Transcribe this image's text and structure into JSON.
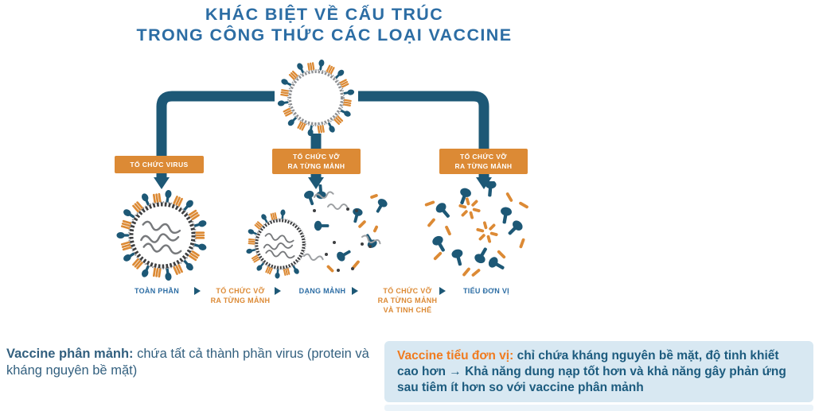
{
  "title": {
    "line1": "KHÁC BIỆT VỀ CẤU TRÚC",
    "line2": "TRONG CÔNG THỨC CÁC LOẠI VACCINE"
  },
  "branch_boxes": [
    {
      "lines": [
        "TỔ CHỨC VIRUS"
      ]
    },
    {
      "lines": [
        "TỔ CHỨC VỠ",
        "RA TỪNG MẢNH"
      ]
    },
    {
      "lines": [
        "TỔ CHỨC VỠ",
        "RA TỪNG MẢNH"
      ]
    }
  ],
  "flow": {
    "steps": [
      {
        "type": "stage",
        "lines": [
          "TOÀN PHẦN"
        ]
      },
      {
        "type": "process",
        "lines": [
          "TỔ CHỨC VỠ",
          "RA TỪNG MẢNH"
        ]
      },
      {
        "type": "stage",
        "lines": [
          "DẠNG MẢNH"
        ]
      },
      {
        "type": "process",
        "lines": [
          "TỔ CHỨC VỠ",
          "RA TỪNG MẢNH",
          "VÀ TINH CHẾ"
        ]
      },
      {
        "type": "stage",
        "lines": [
          "TIỂU ĐƠN VỊ"
        ]
      }
    ]
  },
  "notes": {
    "left": {
      "lead": "Vaccine phân mảnh:",
      "body": " chứa tất cả thành phần virus (protein và kháng nguyên bề mặt)"
    },
    "right": {
      "lead": "Vaccine tiểu đơn vị:",
      "body": " chỉ chứa kháng nguyên bề mặt, độ tinh khiết cao hơn → Khả năng dung nạp tốt hơn và khả năng gây phản ứng sau tiêm ít hơn so với vaccine phân mảnh"
    }
  },
  "icons": {
    "whole-virus-icon": "virus particle with surface proteins",
    "split-virus-icon": "virus disrupted into fragments",
    "subunit-icon": "purified surface antigen subunits",
    "arrow-right-icon": "▶",
    "arrow-down-icon": "▼"
  },
  "colors": {
    "accent_orange": "#DC8A35",
    "bright_orange": "#F07B1F",
    "dark_teal": "#1D5876",
    "steel_blue": "#2C6DA4",
    "note_blue": "#33607F",
    "panel_text": "#1C5B7E",
    "panel_bg": "#D8E8F2",
    "panel_strip": "#EAF3F9",
    "membrane_dark": "#3D3E40",
    "membrane_gray": "#9DA0A3",
    "rna_gray": "#77797C"
  }
}
